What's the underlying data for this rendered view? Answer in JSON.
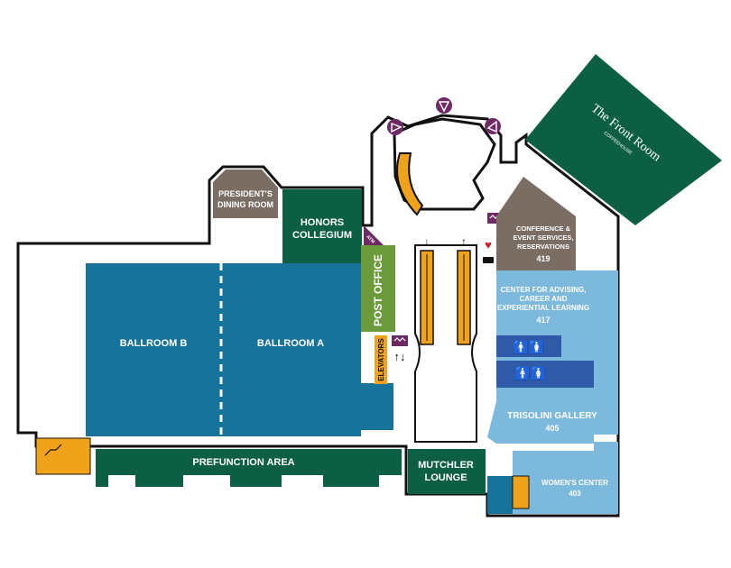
{
  "colors": {
    "outline": "#111111",
    "green": "#0d5f44",
    "teal": "#18739a",
    "light_blue": "#7cb9dc",
    "blue_restroom": "#2e5aa8",
    "gray_brown": "#7a6d63",
    "olive": "#6b9a3a",
    "orange": "#f0a21b",
    "purple": "#6e2a63",
    "aed_red": "#c8202f"
  },
  "rooms": {
    "presidents_dining": [
      "PRESIDENT'S",
      "DINING ROOM"
    ],
    "honors_collegium": [
      "HONORS",
      "COLLEGIUM"
    ],
    "ballroom_b": "BALLROOM B",
    "ballroom_a": "BALLROOM A",
    "post_office": "POST OFFICE",
    "elevators": "ELEVATORS",
    "prefunction": "PREFUNCTION AREA",
    "mutchler": [
      "MUTCHLER",
      "LOUNGE"
    ],
    "conference": [
      "CONFERENCE &",
      "EVENT SERVICES,",
      "RESERVATIONS",
      "419"
    ],
    "advising": [
      "CENTER FOR ADVISING,",
      "CAREER AND",
      "EXPERIENTIAL LEARNING",
      "417"
    ],
    "trisolini": [
      "TRISOLINI GALLERY",
      "405"
    ],
    "womens_center": [
      "WOMEN'S CENTER",
      "403"
    ],
    "front_room": [
      "The Front Room",
      "COFFEEHOUSE"
    ],
    "atm_badge": "ATM"
  },
  "icons": [
    "ice-cream-cone-icon",
    "restroom-icon",
    "aed-heart-icon",
    "elevator-arrows-icon",
    "escalator-arrow-icon",
    "vending-machine-icon",
    "power-outlet-icon"
  ]
}
